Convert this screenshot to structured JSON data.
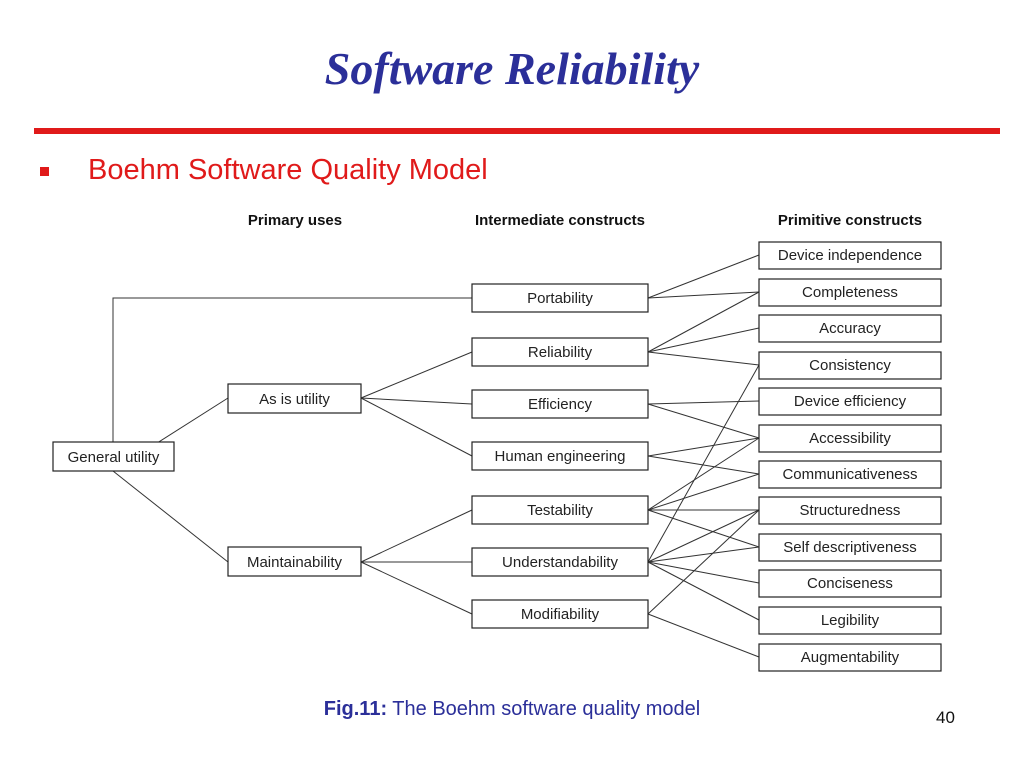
{
  "slide": {
    "title": "Software Reliability",
    "bullet": "Boehm Software Quality Model",
    "caption_prefix": "Fig.11:",
    "caption_text": " The Boehm software quality model",
    "page_number": "40"
  },
  "diagram": {
    "headers": {
      "primary": "Primary uses",
      "intermediate": "Intermediate constructs",
      "primitive": "Primitive constructs"
    },
    "nodes": {
      "general": "General utility",
      "asis": "As is utility",
      "maint": "Maintainability",
      "portability": "Portability",
      "reliability": "Reliability",
      "efficiency": "Efficiency",
      "human": "Human engineering",
      "testability": "Testability",
      "understand": "Understandability",
      "modifiability": "Modifiability",
      "devind": "Device independence",
      "complete": "Completeness",
      "accuracy": "Accuracy",
      "consist": "Consistency",
      "deveff": "Device efficiency",
      "access": "Accessibility",
      "comm": "Communicativeness",
      "struct": "Structuredness",
      "selfdesc": "Self descriptiveness",
      "concise": "Conciseness",
      "legib": "Legibility",
      "augment": "Augmentability"
    },
    "edges": [
      [
        "general",
        "portability"
      ],
      [
        "general",
        "asis"
      ],
      [
        "general",
        "maint"
      ],
      [
        "asis",
        "reliability"
      ],
      [
        "asis",
        "efficiency"
      ],
      [
        "asis",
        "human"
      ],
      [
        "maint",
        "testability"
      ],
      [
        "maint",
        "understand"
      ],
      [
        "maint",
        "modifiability"
      ],
      [
        "portability",
        "devind"
      ],
      [
        "portability",
        "complete"
      ],
      [
        "reliability",
        "complete"
      ],
      [
        "reliability",
        "accuracy"
      ],
      [
        "reliability",
        "consist"
      ],
      [
        "efficiency",
        "deveff"
      ],
      [
        "efficiency",
        "access"
      ],
      [
        "human",
        "access"
      ],
      [
        "human",
        "comm"
      ],
      [
        "testability",
        "access"
      ],
      [
        "testability",
        "comm"
      ],
      [
        "testability",
        "struct"
      ],
      [
        "testability",
        "selfdesc"
      ],
      [
        "understand",
        "consist"
      ],
      [
        "understand",
        "struct"
      ],
      [
        "understand",
        "selfdesc"
      ],
      [
        "understand",
        "concise"
      ],
      [
        "understand",
        "legib"
      ],
      [
        "modifiability",
        "struct"
      ],
      [
        "modifiability",
        "augment"
      ]
    ]
  }
}
